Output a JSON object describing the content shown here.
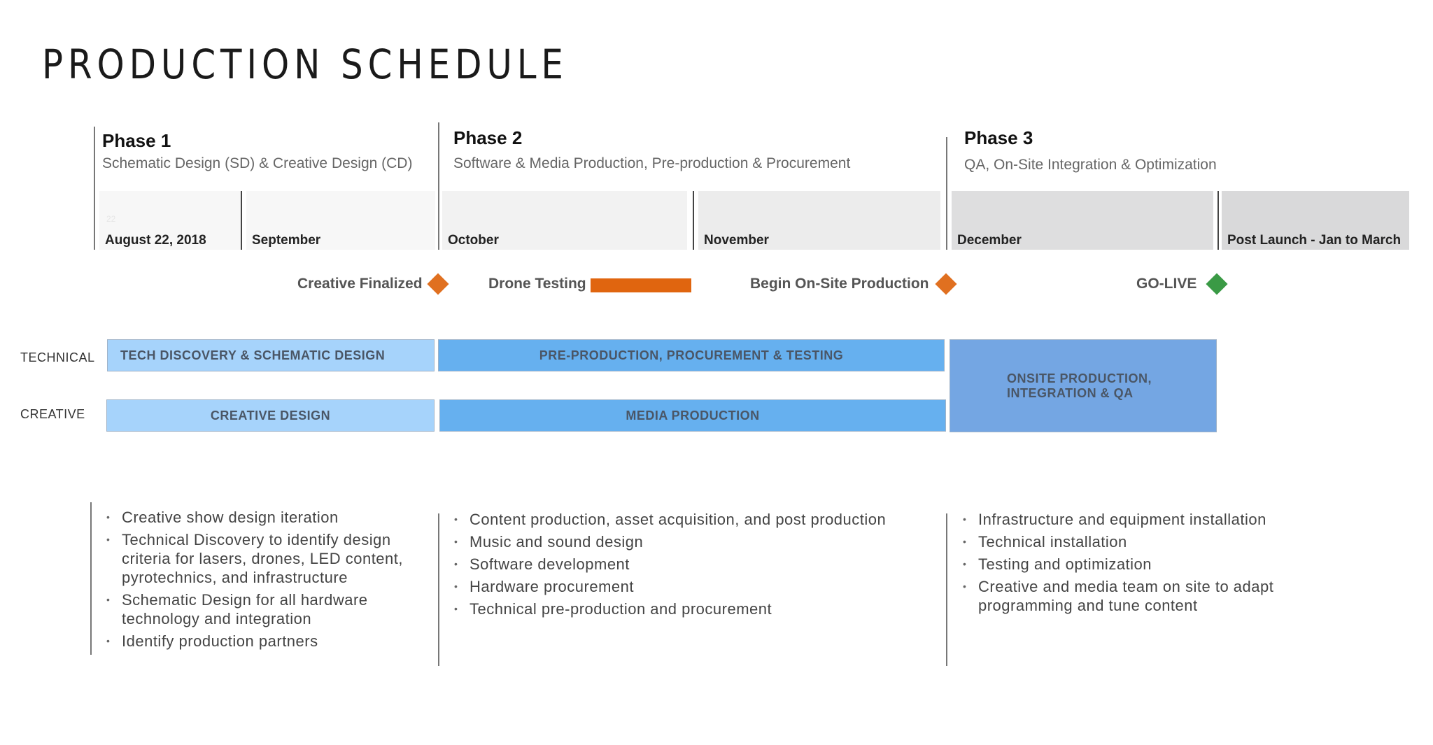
{
  "title": "PRODUCTION SCHEDULE",
  "phases": [
    {
      "title": "Phase 1",
      "subtitle": "Schematic Design (SD) & Creative Design (CD)"
    },
    {
      "title": "Phase 2",
      "subtitle": "Software & Media Production, Pre-production & Procurement"
    },
    {
      "title": "Phase 3",
      "subtitle": "QA, On-Site Integration & Optimization"
    }
  ],
  "months": [
    {
      "label": "August 22, 2018",
      "ghost": "22"
    },
    {
      "label": "September"
    },
    {
      "label": "October"
    },
    {
      "label": "November"
    },
    {
      "label": "December"
    },
    {
      "label": "Post Launch - Jan to March"
    }
  ],
  "milestones": [
    {
      "label": "Creative Finalized",
      "marker": "diamond",
      "color": "#e07020"
    },
    {
      "label": "Drone Testing",
      "marker": "bar",
      "color": "#e0650f"
    },
    {
      "label": "Begin On-Site Production",
      "marker": "diamond",
      "color": "#e07020"
    },
    {
      "label": "GO-LIVE",
      "marker": "diamond",
      "color": "#3a9a45"
    }
  ],
  "rows": {
    "technical": "TECHNICAL",
    "creative": "CREATIVE"
  },
  "bars": {
    "tech_discovery": "TECH DISCOVERY & SCHEMATIC DESIGN",
    "pre_production": "PRE-PRODUCTION, PROCUREMENT & TESTING",
    "creative_design": "CREATIVE DESIGN",
    "media_production": "MEDIA PRODUCTION",
    "onsite_line1": "ONSITE PRODUCTION,",
    "onsite_line2": "INTEGRATION & QA"
  },
  "colors": {
    "light_blue": "#a6d3fb",
    "mid_blue": "#66b0ef",
    "dark_blue": "#74a6e3",
    "orange": "#e07020",
    "green": "#3a9a45"
  },
  "details": {
    "phase1": [
      "Creative show design iteration",
      "Technical Discovery to identify design criteria for lasers, drones, LED content, pyrotechnics, and infrastructure",
      "Schematic Design for all hardware technology and integration",
      "Identify production partners"
    ],
    "phase2": [
      "Content production, asset acquisition, and post production",
      "Music and sound design",
      "Software development",
      "Hardware procurement",
      "Technical pre-production and procurement"
    ],
    "phase3": [
      "Infrastructure and equipment installation",
      "Technical installation",
      "Testing and optimization",
      "Creative and media team on site to adapt programming and tune content"
    ]
  }
}
